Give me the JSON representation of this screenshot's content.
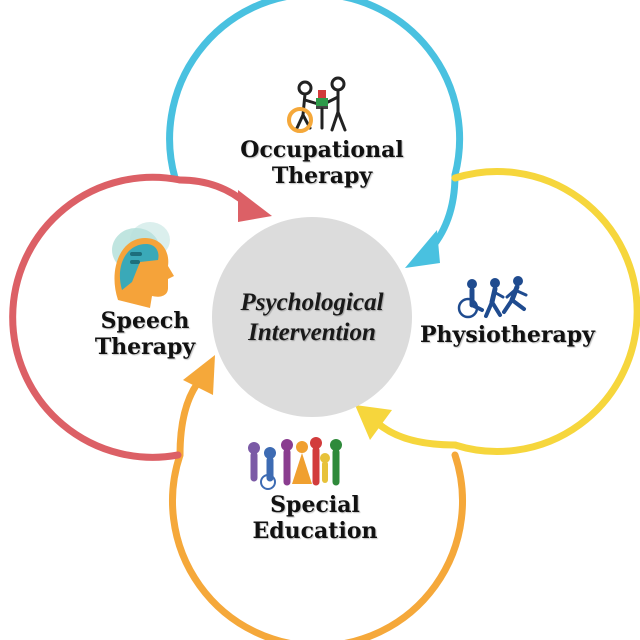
{
  "center": {
    "line1": "Psychological",
    "line2": "Intervention"
  },
  "nodes": [
    {
      "id": "occupational",
      "line1": "Occupational",
      "line2": "Therapy",
      "color": "#49c1e0",
      "icon": "therapist-assisting-wheelchair-user-icon"
    },
    {
      "id": "physiotherapy",
      "line1": "Physiotherapy",
      "line2": "",
      "color": "#f6d63c",
      "icon": "wheelchair-walking-running-figures-icon"
    },
    {
      "id": "special",
      "line1": "Special",
      "line2": "Education",
      "color": "#f5a83a",
      "icon": "diverse-group-of-people-icon"
    },
    {
      "id": "speech",
      "line1": "Speech",
      "line2": "Therapy",
      "color": "#dc6066",
      "icon": "head-profile-speaking-icon"
    }
  ],
  "center_color": "#dcdcdc"
}
